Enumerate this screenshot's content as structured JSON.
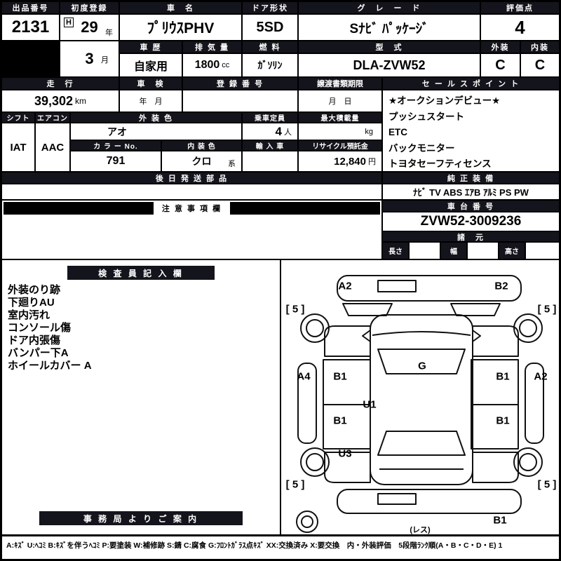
{
  "colors": {
    "header_bg": "#14141c",
    "line": "#000000",
    "paper": "#ffffff"
  },
  "top": {
    "auction_no_label": "出品番号",
    "auction_no": "2131",
    "first_reg_label": "初度登録",
    "first_reg_era": "H",
    "first_reg_year": "29",
    "first_reg_year_unit": "年",
    "first_reg_month": "3",
    "first_reg_month_unit": "月",
    "car_name_label": "車　名",
    "car_name": "ﾌﾟﾘｳｽPHV",
    "door_label": "ドア形状",
    "door": "5SD",
    "grade_label": "グ　レ　ー　ド",
    "grade": "Sﾅﾋﾞ ﾊﾟｯｹｰｼﾞ",
    "score_label": "評価点",
    "score": "4",
    "exterior_label": "外装",
    "exterior_score": "C",
    "interior_label": "内装",
    "interior_score": "C",
    "history_label": "車 歴",
    "history": "自家用",
    "displacement_label": "排 気 量",
    "displacement": "1800",
    "displacement_unit": "cc",
    "fuel_label": "燃 料",
    "fuel": "ｶﾞｿﾘﾝ",
    "model_label": "型　式",
    "model": "DLA-ZVW52"
  },
  "mid": {
    "mileage_label": "走　行",
    "mileage": "39,302",
    "mileage_unit": "km",
    "inspection_label": "車　検",
    "inspection_placeholder": "年　月",
    "reg_no_label": "登 録 番 号",
    "transfer_label": "譲渡書類期限",
    "transfer_placeholder": "月　日",
    "sales_label": "セ ー ル ス ポ イ ン ト",
    "sales_points": [
      "★オークションデビュー★",
      "プッシュスタート",
      "ETC",
      "バックモニター",
      "トヨタセーフティセンス"
    ],
    "shift_label": "シフト",
    "shift": "IAT",
    "aircon_label": "エアコン",
    "aircon": "AAC",
    "ext_color_label": "外 装 色",
    "ext_color": "アオ",
    "capacity_label": "乗車定員",
    "capacity": "4",
    "capacity_unit": "人",
    "max_load_label": "最大積載量",
    "max_load_unit": "kg",
    "color_no_label": "カ ラ ー No.",
    "color_no": "791",
    "int_color_label": "内 装 色",
    "int_color": "クロ",
    "int_color_suffix": "系",
    "import_label": "輸 入 車",
    "recycle_label": "リサイクル預託金",
    "recycle": "12,840",
    "recycle_unit": "円",
    "later_parts_label": "後 日 発 送 部 品",
    "equipment_label": "純 正 装 備",
    "equipment": "ﾅﾋﾞ TV ABS ｴｱB ｱﾙﾐ PS PW",
    "notes_label": "注 意 事 項 欄",
    "chassis_label": "車 台 番 号",
    "chassis_no": "ZVW52-3009236",
    "spec_label": "諸　元",
    "spec_length_label": "長さ",
    "spec_width_label": "幅",
    "spec_height_label": "高さ"
  },
  "bottom": {
    "inspector_label": "検 査 員 記 入 欄",
    "inspector_notes": [
      "外装のり跡",
      "下廻りAU",
      "室内汚れ",
      "コンソール傷",
      "ドア内張傷",
      "バンパー下A",
      "ホイールカバー A"
    ],
    "office_label": "事 務 局 よ り ご 案 内"
  },
  "diagram": {
    "markers": [
      {
        "code": "A2"
      },
      {
        "code": "B2"
      },
      {
        "code": "[ 5 ]"
      },
      {
        "code": "[ 5 ]"
      },
      {
        "code": "A4"
      },
      {
        "code": "B1"
      },
      {
        "code": "G"
      },
      {
        "code": "B1"
      },
      {
        "code": "A2"
      },
      {
        "code": "U1"
      },
      {
        "code": "B1"
      },
      {
        "code": "B1"
      },
      {
        "code": "U3"
      },
      {
        "code": "[ 5 ]"
      },
      {
        "code": "[ 5 ]"
      },
      {
        "code": "B1"
      },
      {
        "code": "(レス)"
      }
    ]
  },
  "footer": {
    "legend": "A:ｷｽﾞ U:ﾍｺﾐ B:ｷｽﾞを伴うﾍｺﾐ P:要塗装 W:補修跡 S:錆 C:腐食 G:ﾌﾛﾝﾄｶﾞﾗｽ点ｷｽﾞ XX:交換済み X:要交換　内・外装評価　5段階ﾗﾝｸ順(A・B・C・D・E) 1"
  }
}
